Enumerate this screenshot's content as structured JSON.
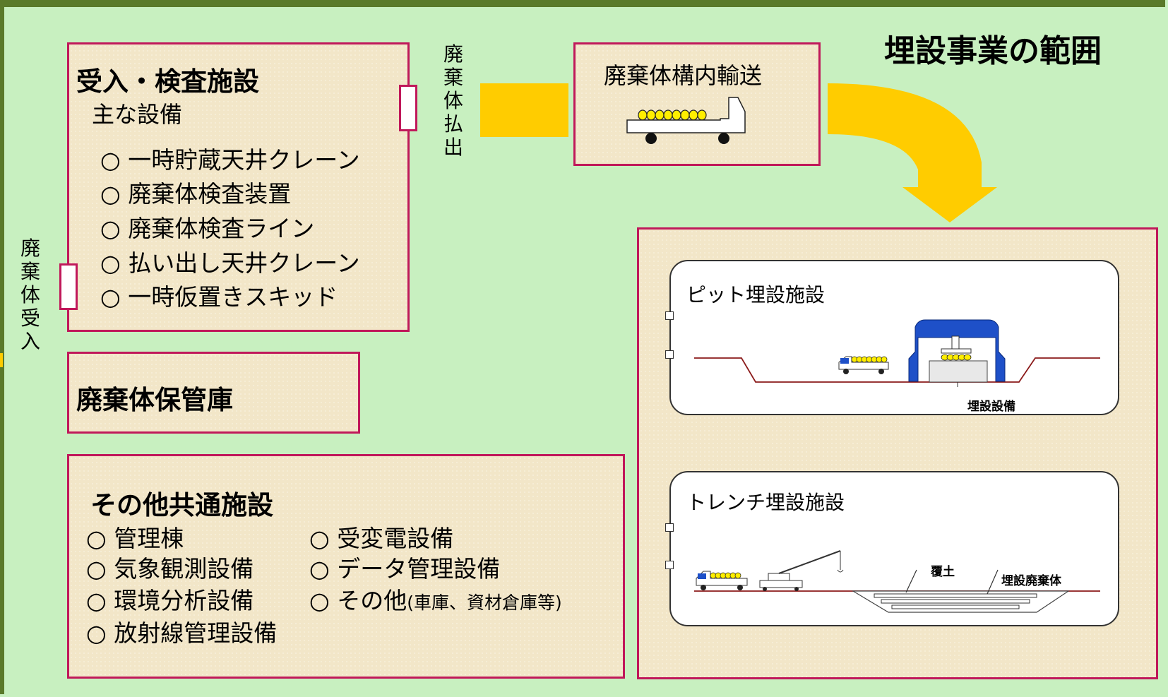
{
  "main_title": "埋設事業の範囲",
  "reception_facility": {
    "title": "受入・検査施設",
    "subtitle": "主な設備",
    "items": [
      "○ 一時貯蔵天井クレーン",
      "○ 廃棄体検査装置",
      "○ 廃棄体検査ライン",
      "○ 払い出し天井クレーン",
      "○ 一時仮置きスキッド"
    ]
  },
  "label_receive": "廃棄体受入",
  "label_dispatch": "廃棄体払出",
  "transport": {
    "title": "廃棄体構内輸送"
  },
  "storage": {
    "title": "廃棄体保管庫"
  },
  "common_facility": {
    "title": "その他共通施設",
    "items_left": [
      "○ 管理棟",
      "○ 気象観測設備",
      "○ 環境分析設備",
      "○ 放射線管理設備"
    ],
    "items_right": [
      "○ 受変電設備",
      "○ データ管理設備",
      "○ その他"
    ],
    "other_note": "(車庫、資材倉庫等)"
  },
  "pit": {
    "title": "ピット埋設施設",
    "label": "埋設設備"
  },
  "trench": {
    "title": "トレンチ埋設施設",
    "label_soil": "覆土",
    "label_waste": "埋設廃棄体"
  },
  "colors": {
    "background": "#c8f0c0",
    "panel": "#f2e6c8",
    "border": "#c0185a",
    "arrow": "#ffcc00",
    "crane": "#1e50c8",
    "frame": "#5a7a2a"
  }
}
